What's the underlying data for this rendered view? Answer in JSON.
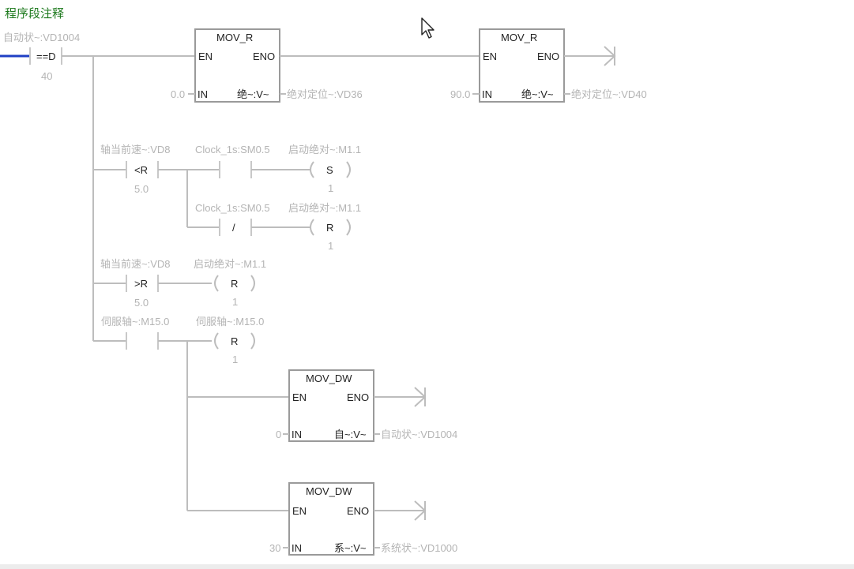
{
  "network": {
    "comment": "程序段注释"
  },
  "colors": {
    "power_rail": "#1f3fc4",
    "wire": "#bdbdbd",
    "comment": "#1e7a1e",
    "text": "#222222",
    "operand": "#b4b4b4"
  },
  "rung1": {
    "contact": {
      "operand": "自动状~:VD1004",
      "op": "==D",
      "value": "40"
    },
    "box1": {
      "title": "MOV_R",
      "en": "EN",
      "eno": "ENO",
      "in_label": "IN",
      "in_value": "0.0",
      "out_label": "绝~:V~",
      "out_operand": "绝对定位~:VD36"
    },
    "box2": {
      "title": "MOV_R",
      "en": "EN",
      "eno": "ENO",
      "in_label": "IN",
      "in_value": "90.0",
      "out_label": "绝~:V~",
      "out_operand": "绝对定位~:VD40"
    }
  },
  "branch_lt": {
    "compare": {
      "operand": "轴当前速~:VD8",
      "op": "<R",
      "value": "5.0"
    },
    "clock_no": {
      "operand": "Clock_1s:SM0.5"
    },
    "coil_set": {
      "operand": "启动绝对~:M1.1",
      "type": "S",
      "count": "1"
    },
    "clock_nc": {
      "operand": "Clock_1s:SM0.5",
      "symbol": "/"
    },
    "coil_reset": {
      "operand": "启动绝对~:M1.1",
      "type": "R",
      "count": "1"
    }
  },
  "branch_gt": {
    "compare": {
      "operand": "轴当前速~:VD8",
      "op": ">R",
      "value": "5.0"
    },
    "coil_reset": {
      "operand": "启动绝对~:M1.1",
      "type": "R",
      "count": "1"
    }
  },
  "branch_servo": {
    "contact_a": {
      "operand": "伺服轴~:M15.0"
    },
    "contact_b": {
      "operand": "伺服轴~:M15.0"
    },
    "coil_reset": {
      "type": "R",
      "count": "1"
    },
    "box3": {
      "title": "MOV_DW",
      "en": "EN",
      "eno": "ENO",
      "in_label": "IN",
      "in_value": "0",
      "out_label": "自~:V~",
      "out_operand": "自动状~:VD1004"
    },
    "box4": {
      "title": "MOV_DW",
      "en": "EN",
      "eno": "ENO",
      "in_label": "IN",
      "in_value": "30",
      "out_label": "系~:V~",
      "out_operand": "系统状~:VD1000"
    }
  }
}
